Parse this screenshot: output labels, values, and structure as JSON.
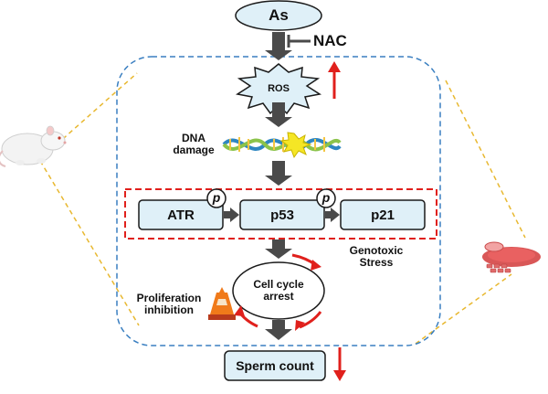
{
  "nodes": {
    "as": "As",
    "nac": "NAC",
    "ros": "ROS",
    "dna_damage_line1": "DNA",
    "dna_damage_line2": "damage",
    "atr": "ATR",
    "p53": "p53",
    "p21": "p21",
    "phospho_atr": "p",
    "phospho_p53": "p",
    "cell_cycle_line1": "Cell cycle",
    "cell_cycle_line2": "arrest",
    "sperm_count": "Sperm count"
  },
  "annotations": {
    "genotoxic_line1": "Genotoxic",
    "genotoxic_line2": "Stress",
    "prolif_line1": "Proliferation",
    "prolif_line2": "inhibition"
  },
  "colors": {
    "node_fill": "#dff0f8",
    "node_stroke": "#1a1a1a",
    "arrow": "#4a4a4a",
    "up_down_arrow": "#e0201c",
    "blue_dashed": "#3a7fc1",
    "red_dashed": "#e0201c",
    "yellow_dashed": "#e8b830"
  },
  "icons": {
    "rat": "rat-image",
    "dna": "dna-helix-image",
    "culture": "cell-culture-dish-image",
    "cone": "traffic-cone-icon"
  }
}
